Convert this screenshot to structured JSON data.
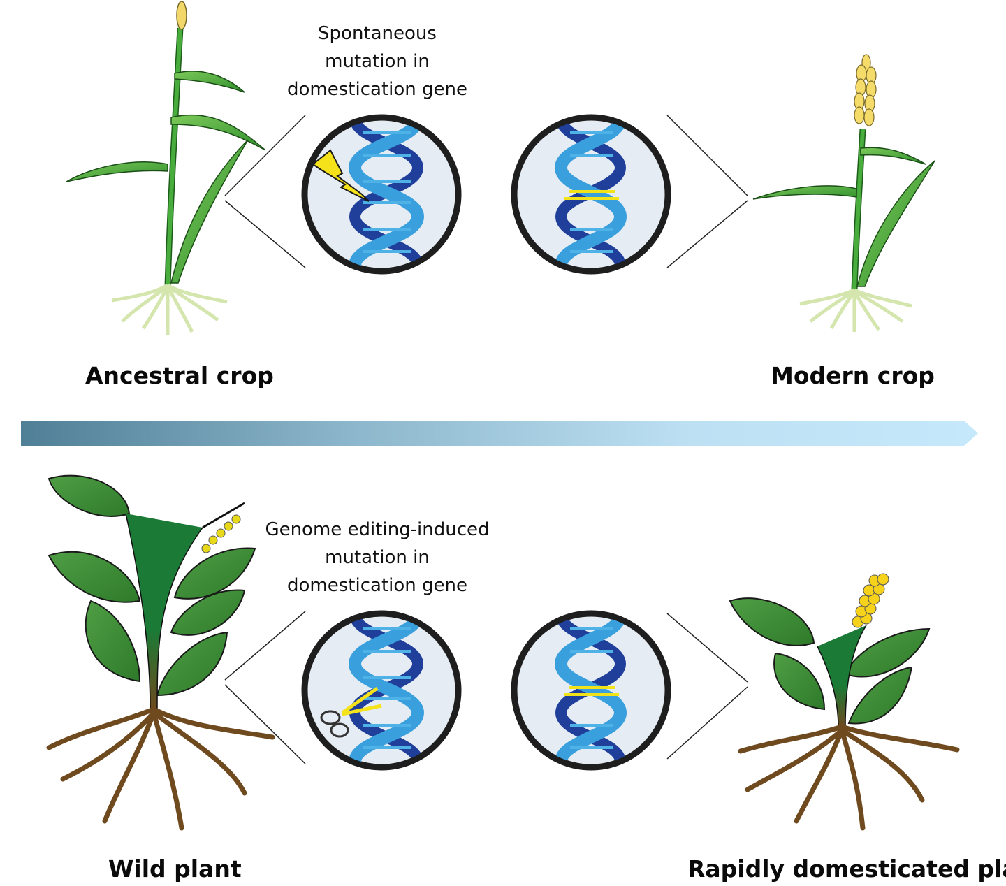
{
  "figure": {
    "title": "Domestication: spontaneous vs genome-editing-induced mutation",
    "top_row": {
      "caption_lines": [
        "Spontaneous",
        "mutation in",
        "domestication gene"
      ],
      "left_label": "Ancestral crop",
      "right_label": "Modern crop",
      "mutation_symbol": "lightning-bolt"
    },
    "bottom_row": {
      "caption_lines": [
        "Genome editing-induced",
        "mutation in",
        "domestication gene"
      ],
      "left_label": "Wild plant",
      "right_label": "Rapidly domesticated plant",
      "mutation_symbol": "scissors"
    },
    "timeline_arrow": {
      "direction": "left-to-right",
      "gradient_start": "#4f7f96",
      "gradient_end": "#c6e8fb"
    },
    "colors": {
      "dna_light": "#3aa0dd",
      "dna_dark": "#1f3f9a",
      "mutated_base_pair": "#f2e21a",
      "lens_border": "#1e1e1e",
      "lens_fill": "#e6ecf4",
      "grass_green": "#3ea83a",
      "leaf_green": "#3f8f35",
      "grain_yellow": "#f5dc6a",
      "seed_yellow": "#f7d21a",
      "root_brown": "#7a4f22",
      "root_pale": "#d8e8b4"
    }
  }
}
